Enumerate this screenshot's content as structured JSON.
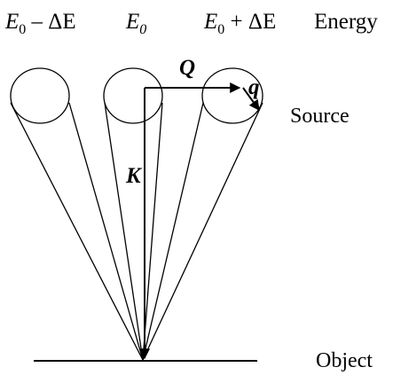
{
  "energy_labels": {
    "minus": {
      "E": "E",
      "sub": "0",
      "rest": " – ΔE"
    },
    "center": {
      "E": "E",
      "sub": "0"
    },
    "plus": {
      "E": "E",
      "sub": "0",
      "rest": " + ΔE"
    },
    "axis": "Energy"
  },
  "side_labels": {
    "source": "Source",
    "object": "Object"
  },
  "vector_labels": {
    "Q": "Q",
    "q": "q",
    "K": "K"
  }
}
